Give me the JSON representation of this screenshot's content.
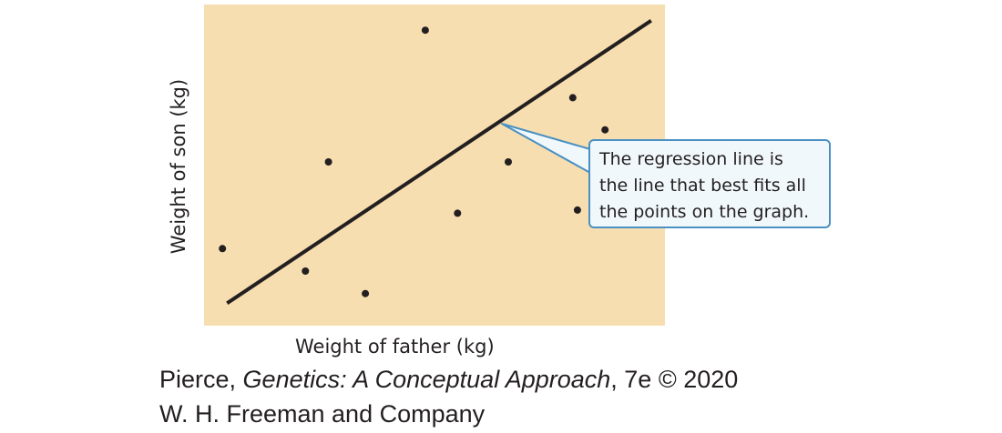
{
  "chart_data": {
    "type": "scatter",
    "xlabel": "Weight of father (kg)",
    "ylabel": "Weight of son (kg)",
    "xlim": [
      0,
      100
    ],
    "ylim": [
      0,
      100
    ],
    "grid": false,
    "plot_background": "#f7deb0",
    "point_color": "#231f20",
    "points": [
      {
        "x": 4,
        "y": 24
      },
      {
        "x": 22,
        "y": 17
      },
      {
        "x": 27,
        "y": 51
      },
      {
        "x": 35,
        "y": 10
      },
      {
        "x": 48,
        "y": 92
      },
      {
        "x": 55,
        "y": 35
      },
      {
        "x": 66,
        "y": 51
      },
      {
        "x": 80,
        "y": 71
      },
      {
        "x": 81,
        "y": 36
      },
      {
        "x": 87,
        "y": 61
      }
    ],
    "regression_line": {
      "x1": 5,
      "y1": 7,
      "x2": 97,
      "y2": 95
    },
    "annotation": {
      "lines": [
        "The regression line is",
        "the line that best fits all",
        "the points on the graph."
      ],
      "border_color": "#4a90c2",
      "background": "#f1f8fc"
    }
  },
  "credit": {
    "line1_pre": "Pierce, ",
    "line1_italic": "Genetics: A Conceptual Approach",
    "line1_post": ", 7e © 2020",
    "line2": "W. H. Freeman and Company"
  }
}
